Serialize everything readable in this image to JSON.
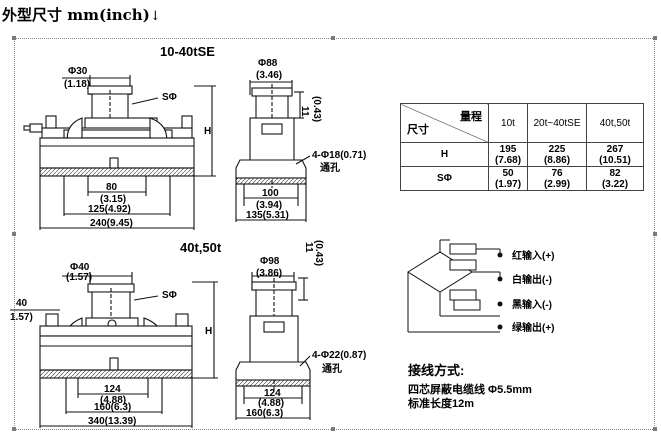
{
  "heading": {
    "text": "外型尺寸 mm(inch)",
    "arrow": "↓"
  },
  "top_model": {
    "title": "10-40tSE",
    "phi30": "Φ30",
    "phi30_in": "(1.18)",
    "s_label": "SΦ",
    "h_label": "H",
    "d80": "80",
    "d80_in": "(3.15)",
    "d125": "125(4.92)",
    "d240": "240(9.45)",
    "phi88": "Φ88",
    "phi88_in": "(3.46)",
    "d11": "11",
    "d11_in": "(0.43)",
    "hole": "4-Φ18(0.71)",
    "hole_note": "通孔",
    "d100": "100",
    "d100_in": "(3.94)",
    "d135": "135(5.31)"
  },
  "bottom_model": {
    "title": "40t,50t",
    "phi40": "Φ40",
    "phi40_in": "(1.57)",
    "d40": "40",
    "d40_in": "1.57)",
    "s_label": "SΦ",
    "h_label": "H",
    "d124": "124",
    "d124_in": "(4.88)",
    "d160": "160(6.3)",
    "d340": "340(13.39)",
    "phi98": "Φ98",
    "phi98_in": "(3.86)",
    "d11": "11",
    "d11_in": "(0.43)",
    "hole": "4-Φ22(0.87)",
    "hole_note": "通孔",
    "r124": "124",
    "r124_in": "(4.88)",
    "r160": "160(6.3)"
  },
  "spec_table": {
    "corner_top": "量程",
    "corner_bottom": "尺寸",
    "columns": [
      "10t",
      "20t~40tSE",
      "40t,50t"
    ],
    "rows": [
      {
        "label": "H",
        "values": [
          "195\n(7.68)",
          "225\n(8.86)",
          "267\n(10.51)"
        ]
      },
      {
        "label": "SΦ",
        "values": [
          "50\n(1.97)",
          "76\n(2.99)",
          "82\n(3.22)"
        ]
      }
    ]
  },
  "wiring": {
    "labels": [
      "红输入(+)",
      "白输出(-)",
      "黑输入(-)",
      "绿输出(+)"
    ],
    "title": "接线方式:",
    "cable": "四芯屏蔽电缆线 Φ5.5mm",
    "length": "标准长度12m"
  }
}
